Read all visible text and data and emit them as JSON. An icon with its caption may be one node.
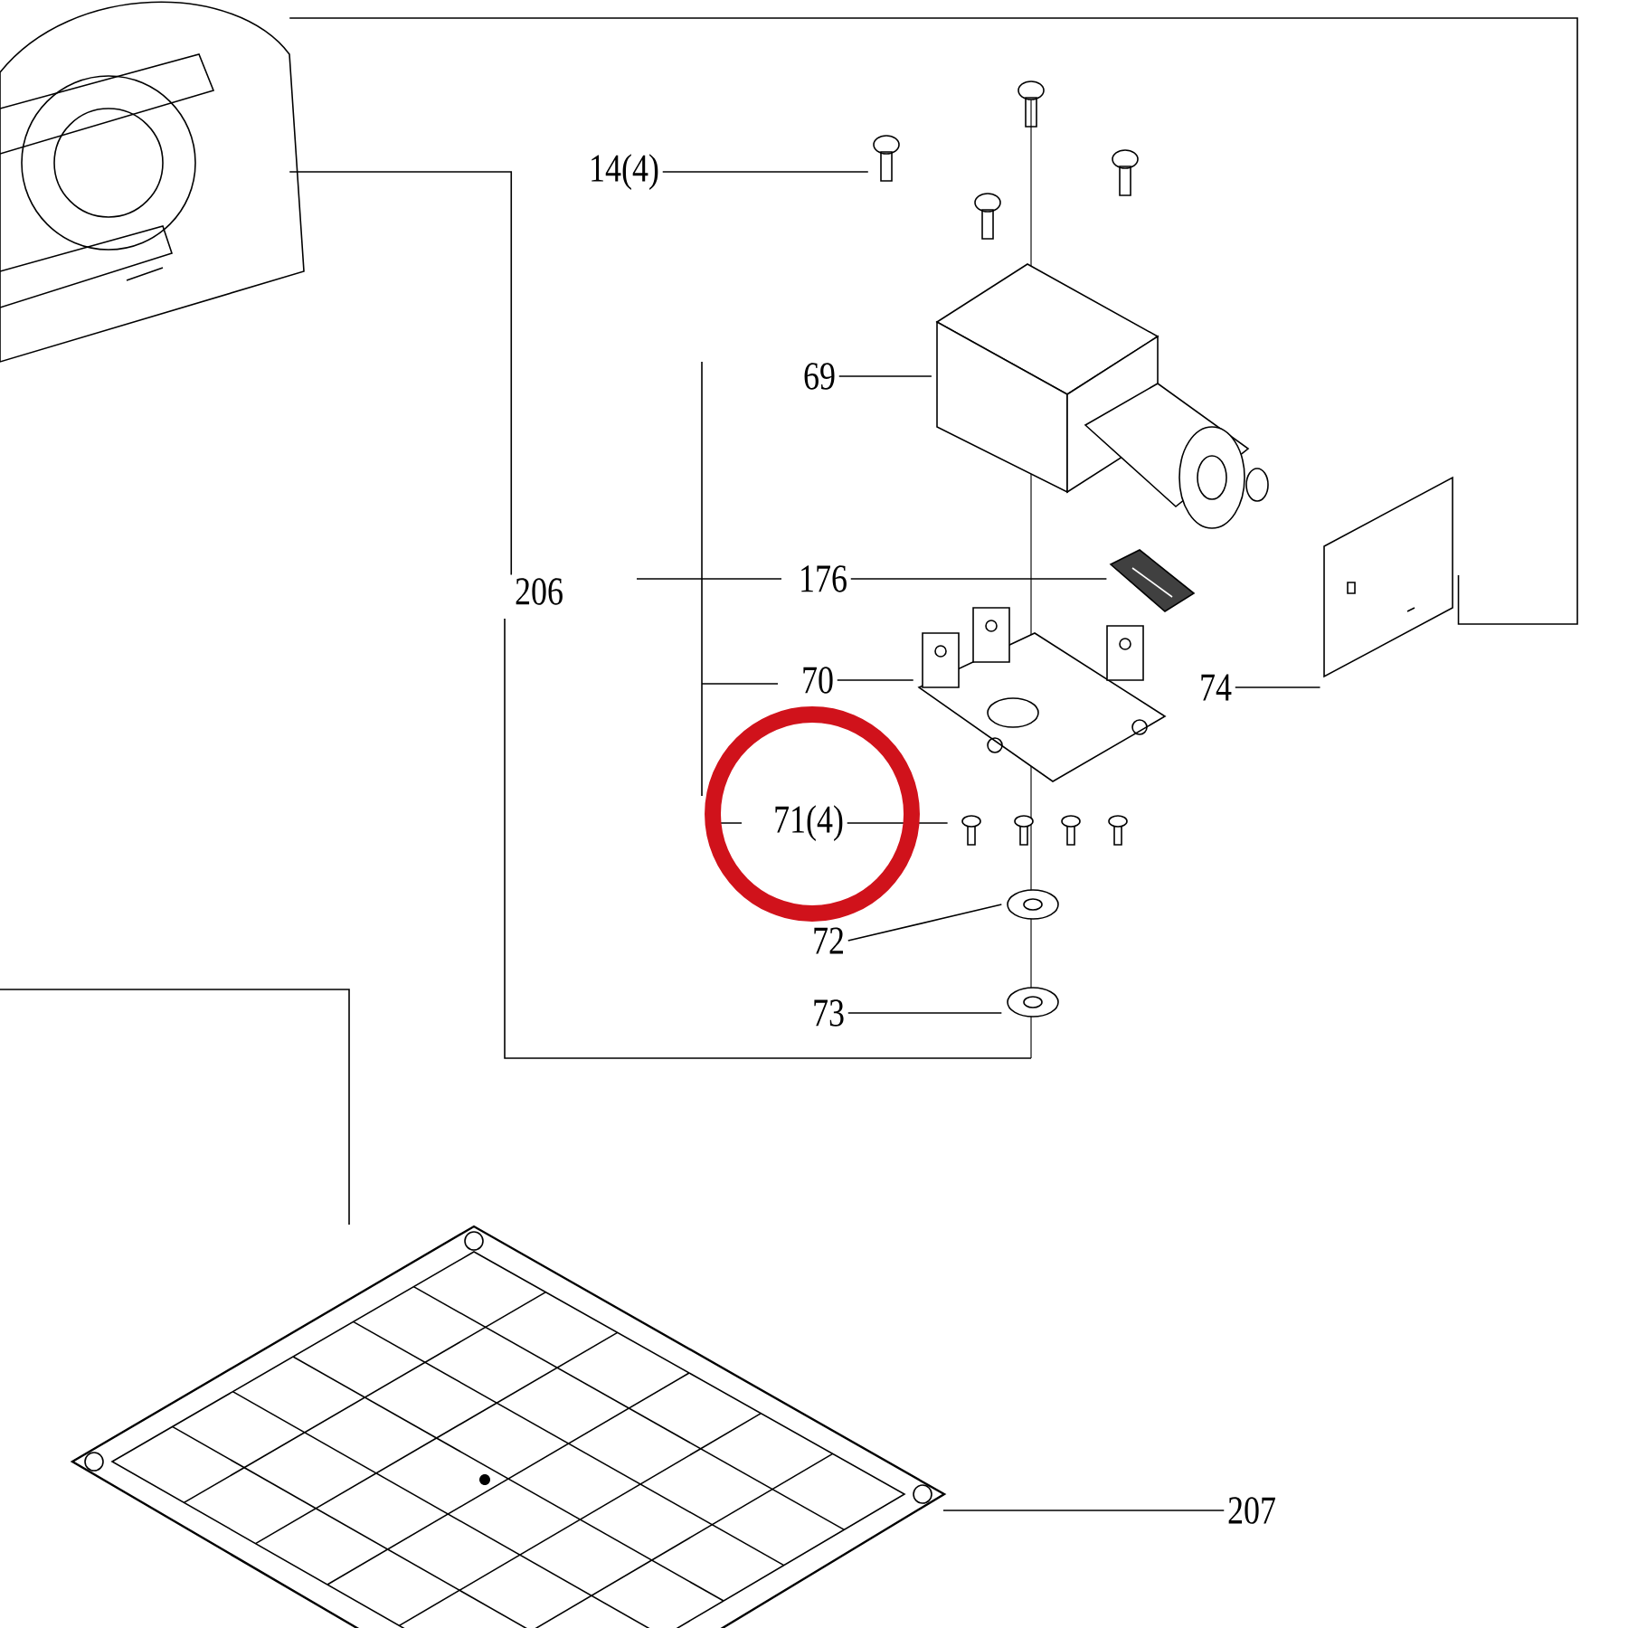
{
  "diagram": {
    "nodes": [
      {
        "text": [
          "14(4)"
        ]
      },
      {
        "text": [],
        "shape": "picture"
      },
      {
        "text": [
          "69"
        ]
      },
      {
        "text": [],
        "shape": "picture"
      },
      {
        "text": [
          "206"
        ]
      },
      {
        "text": [
          "176"
        ]
      },
      {
        "text": [],
        "shape": "picture"
      },
      {
        "text": [
          "70"
        ]
      },
      {
        "text": [],
        "shape": "picture"
      },
      {
        "text": [
          "74"
        ]
      },
      {
        "text": [],
        "shape": "picture"
      },
      {
        "text": [
          "71(4)"
        ]
      },
      {
        "text": [],
        "shape": "picture"
      },
      {
        "text": [
          "72"
        ]
      },
      {
        "text": [],
        "shape": "picture"
      },
      {
        "text": [
          "73"
        ]
      },
      {
        "text": [],
        "shape": "picture"
      },
      {
        "text": [
          "207"
        ]
      },
      {
        "text": [],
        "shape": "picture"
      },
      {
        "text": [],
        "shape": "picture"
      }
    ],
    "edges": [
      {
        "from": 0,
        "to": 1,
        "arrow": "none"
      },
      {
        "from": 2,
        "to": 3,
        "arrow": "none"
      },
      {
        "from": 5,
        "to": 6,
        "arrow": "none"
      },
      {
        "from": 7,
        "to": 8,
        "arrow": "none"
      },
      {
        "from": 9,
        "to": 10,
        "arrow": "none"
      },
      {
        "from": 11,
        "to": 12,
        "arrow": "none"
      },
      {
        "from": 13,
        "to": 14,
        "arrow": "none"
      },
      {
        "from": 15,
        "to": 16,
        "arrow": "none"
      },
      {
        "from": 17,
        "to": 18,
        "arrow": "none"
      },
      {
        "from": 4,
        "to": 19,
        "arrow": "none"
      },
      {
        "from": 19,
        "to": 10,
        "arrow": "none"
      },
      {
        "from": null,
        "to": 18,
        "arrow": "none"
      }
    ]
  }
}
